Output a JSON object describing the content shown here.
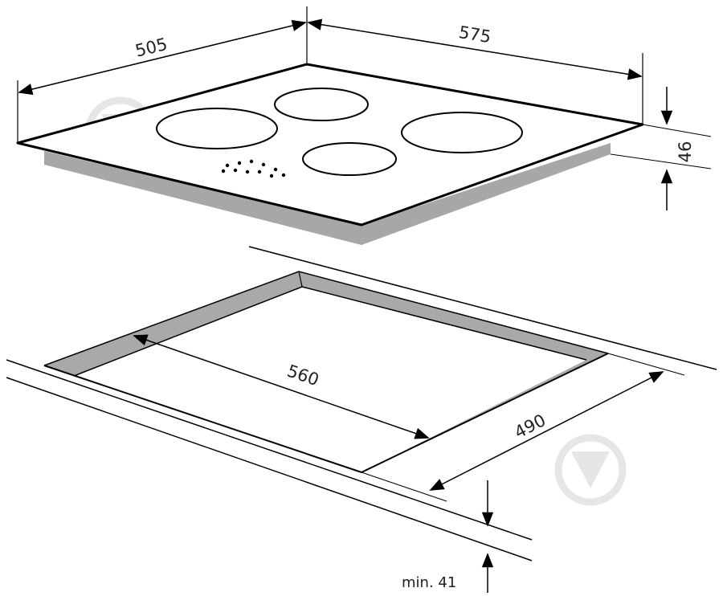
{
  "diagram": {
    "hob": {
      "width_label": "575",
      "depth_label": "505",
      "height_label": "46"
    },
    "cutout": {
      "width_label": "560",
      "depth_label": "490"
    },
    "countertop": {
      "min_thickness_label": "min. 41"
    },
    "colors": {
      "line": "#000000",
      "hob_side": "#a7a7a7",
      "cutout_wall": "#a9a9a9",
      "watermark": "#e6e6e6"
    }
  }
}
